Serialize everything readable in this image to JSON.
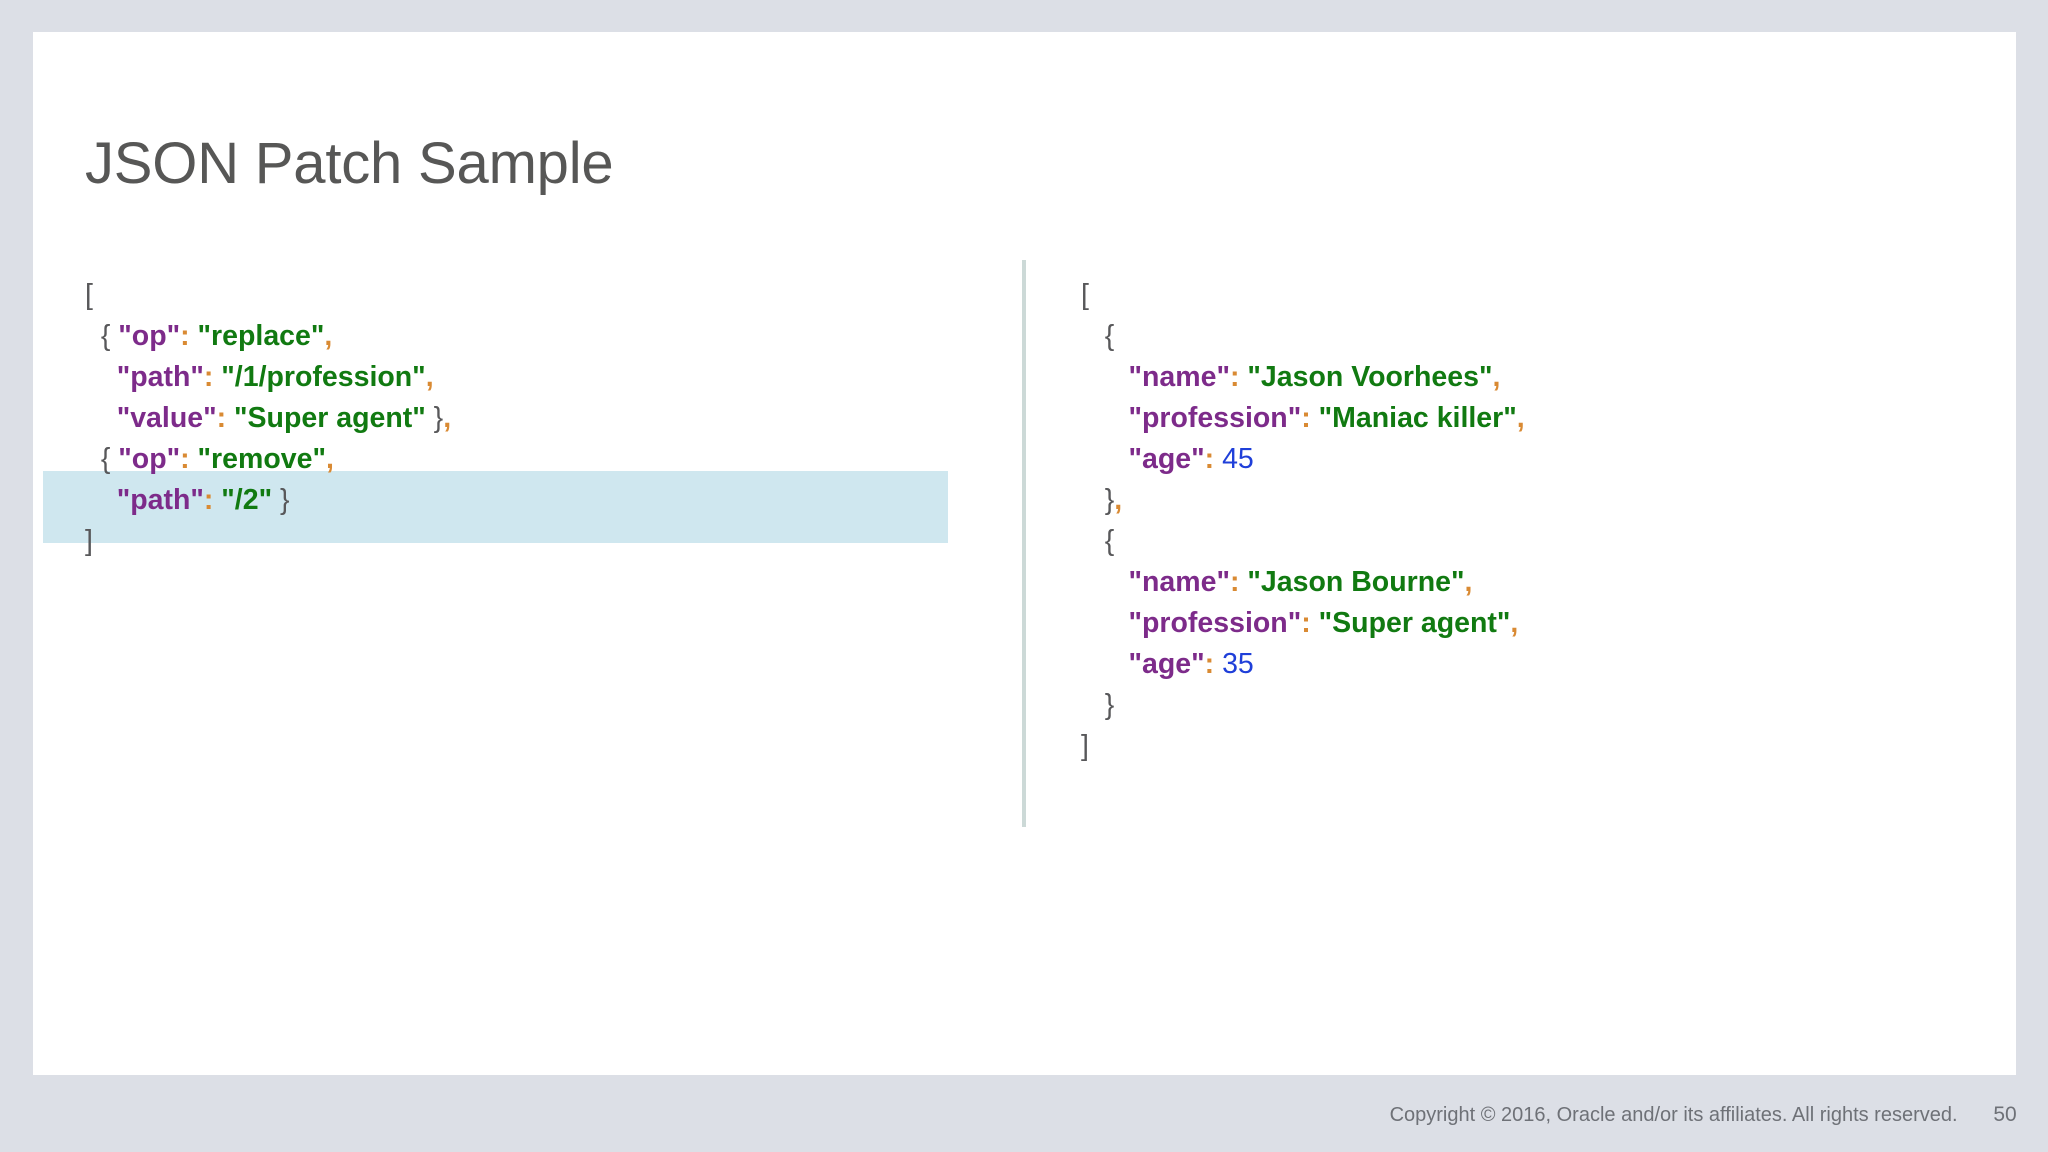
{
  "slide": {
    "title": "JSON Patch Sample",
    "background_color": "#dcdfe6",
    "canvas_color": "#ffffff",
    "highlight_color": "#cfe7ef",
    "divider_color": "#ccd9d7",
    "title_color": "#575756"
  },
  "colors": {
    "key": "#7d2b8a",
    "string": "#117a11",
    "number": "#1f3fd9",
    "punctuation": "#d98a33",
    "brace": "#58585a"
  },
  "left_pane": {
    "name": "json-patch-document",
    "lines": [
      {
        "indent": 0,
        "highlighted": false,
        "tokens": [
          {
            "type": "brace",
            "text": "["
          }
        ]
      },
      {
        "indent": 0,
        "highlighted": false,
        "tokens": [
          {
            "type": "brace",
            "text": "  { "
          },
          {
            "type": "key",
            "text": "\"op\""
          },
          {
            "type": "punct",
            "text": ":"
          },
          {
            "type": "plain",
            "text": " "
          },
          {
            "type": "string",
            "text": "\"replace\""
          },
          {
            "type": "punct",
            "text": ","
          }
        ]
      },
      {
        "indent": 0,
        "highlighted": false,
        "tokens": [
          {
            "type": "plain",
            "text": "    "
          },
          {
            "type": "key",
            "text": "\"path\""
          },
          {
            "type": "punct",
            "text": ":"
          },
          {
            "type": "plain",
            "text": " "
          },
          {
            "type": "string",
            "text": "\"/1/profession\""
          },
          {
            "type": "punct",
            "text": ","
          }
        ]
      },
      {
        "indent": 0,
        "highlighted": false,
        "tokens": [
          {
            "type": "plain",
            "text": "    "
          },
          {
            "type": "key",
            "text": "\"value\""
          },
          {
            "type": "punct",
            "text": ":"
          },
          {
            "type": "plain",
            "text": " "
          },
          {
            "type": "string",
            "text": "\"Super agent\""
          },
          {
            "type": "brace",
            "text": " }"
          },
          {
            "type": "punct",
            "text": ","
          }
        ]
      },
      {
        "indent": 0,
        "highlighted": true,
        "tokens": [
          {
            "type": "brace",
            "text": "  { "
          },
          {
            "type": "key",
            "text": "\"op\""
          },
          {
            "type": "punct",
            "text": ":"
          },
          {
            "type": "plain",
            "text": " "
          },
          {
            "type": "string",
            "text": "\"remove\""
          },
          {
            "type": "punct",
            "text": ","
          }
        ]
      },
      {
        "indent": 0,
        "highlighted": true,
        "tokens": [
          {
            "type": "plain",
            "text": "    "
          },
          {
            "type": "key",
            "text": "\"path\""
          },
          {
            "type": "punct",
            "text": ":"
          },
          {
            "type": "plain",
            "text": " "
          },
          {
            "type": "string",
            "text": "\"/2\""
          },
          {
            "type": "brace",
            "text": " }"
          }
        ]
      },
      {
        "indent": 0,
        "highlighted": false,
        "tokens": [
          {
            "type": "brace",
            "text": "]"
          }
        ]
      }
    ]
  },
  "right_pane": {
    "name": "json-source-document",
    "lines": [
      {
        "tokens": [
          {
            "type": "brace",
            "text": "["
          }
        ]
      },
      {
        "tokens": [
          {
            "type": "brace",
            "text": "   {"
          }
        ]
      },
      {
        "tokens": [
          {
            "type": "plain",
            "text": "      "
          },
          {
            "type": "key",
            "text": "\"name\""
          },
          {
            "type": "punct",
            "text": ":"
          },
          {
            "type": "plain",
            "text": " "
          },
          {
            "type": "string",
            "text": "\"Jason Voorhees\""
          },
          {
            "type": "punct",
            "text": ","
          }
        ]
      },
      {
        "tokens": [
          {
            "type": "plain",
            "text": "      "
          },
          {
            "type": "key",
            "text": "\"profession\""
          },
          {
            "type": "punct",
            "text": ":"
          },
          {
            "type": "plain",
            "text": " "
          },
          {
            "type": "string",
            "text": "\"Maniac killer\""
          },
          {
            "type": "punct",
            "text": ","
          }
        ]
      },
      {
        "tokens": [
          {
            "type": "plain",
            "text": "      "
          },
          {
            "type": "key",
            "text": "\"age\""
          },
          {
            "type": "punct",
            "text": ":"
          },
          {
            "type": "plain",
            "text": " "
          },
          {
            "type": "num",
            "text": "45"
          }
        ]
      },
      {
        "tokens": [
          {
            "type": "brace",
            "text": "   }"
          },
          {
            "type": "punct",
            "text": ","
          }
        ]
      },
      {
        "tokens": [
          {
            "type": "brace",
            "text": "   {"
          }
        ]
      },
      {
        "tokens": [
          {
            "type": "plain",
            "text": "      "
          },
          {
            "type": "key",
            "text": "\"name\""
          },
          {
            "type": "punct",
            "text": ":"
          },
          {
            "type": "plain",
            "text": " "
          },
          {
            "type": "string",
            "text": "\"Jason Bourne\""
          },
          {
            "type": "punct",
            "text": ","
          }
        ]
      },
      {
        "tokens": [
          {
            "type": "plain",
            "text": "      "
          },
          {
            "type": "key",
            "text": "\"profession\""
          },
          {
            "type": "punct",
            "text": ":"
          },
          {
            "type": "plain",
            "text": " "
          },
          {
            "type": "string",
            "text": "\"Super agent\""
          },
          {
            "type": "punct",
            "text": ","
          }
        ]
      },
      {
        "tokens": [
          {
            "type": "plain",
            "text": "      "
          },
          {
            "type": "key",
            "text": "\"age\""
          },
          {
            "type": "punct",
            "text": ":"
          },
          {
            "type": "plain",
            "text": " "
          },
          {
            "type": "num",
            "text": "35"
          }
        ]
      },
      {
        "tokens": [
          {
            "type": "brace",
            "text": "   }"
          }
        ]
      },
      {
        "tokens": [
          {
            "type": "brace",
            "text": "]"
          }
        ]
      }
    ]
  },
  "footer": {
    "copyright": "Copyright © 2016, Oracle and/or its affiliates. All rights reserved.",
    "page_number": "50"
  }
}
